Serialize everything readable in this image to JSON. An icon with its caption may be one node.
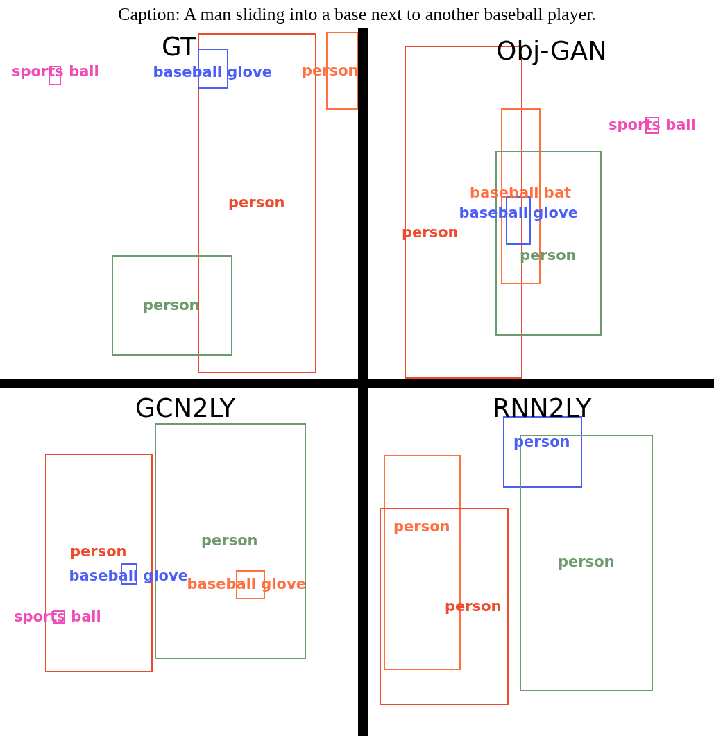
{
  "diagram": {
    "title": "Caption: A man sliding into a base next to another baseball player.",
    "nodes": [
      {
        "text": [
          "GT"
        ]
      },
      {
        "text": [
          "person"
        ],
        "in": 0
      },
      {
        "text": [
          "baseball glove"
        ],
        "in": 0
      },
      {
        "text": [
          "person"
        ],
        "in": 0
      },
      {
        "text": [
          "sports ball"
        ],
        "in": 0
      },
      {
        "text": [
          "person"
        ],
        "in": 0
      },
      {
        "text": [
          "Obj-GAN"
        ]
      },
      {
        "text": [
          "person"
        ],
        "in": 6
      },
      {
        "text": [
          "baseball bat"
        ],
        "in": 6
      },
      {
        "text": [
          "baseball glove"
        ],
        "in": 6
      },
      {
        "text": [
          "person"
        ],
        "in": 6
      },
      {
        "text": [
          "sports ball"
        ],
        "in": 6
      },
      {
        "text": [
          "GCN2LY"
        ]
      },
      {
        "text": [
          "person"
        ],
        "in": 12
      },
      {
        "text": [
          "person"
        ],
        "in": 12
      },
      {
        "text": [
          "baseball glove"
        ],
        "in": 12
      },
      {
        "text": [
          "baseball glove"
        ],
        "in": 13
      },
      {
        "text": [
          "sports ball"
        ],
        "in": 12
      },
      {
        "text": [
          "RNN2LY"
        ]
      },
      {
        "text": [
          "person"
        ],
        "in": 18
      },
      {
        "text": [
          "person"
        ],
        "in": 18
      },
      {
        "text": [
          "person"
        ],
        "in": 18
      },
      {
        "text": [
          "person"
        ],
        "in": 18
      }
    ]
  }
}
